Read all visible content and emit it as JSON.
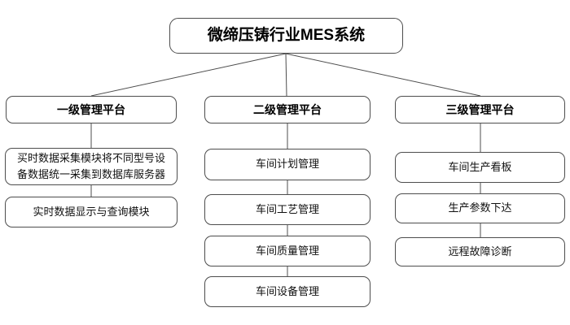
{
  "diagram": {
    "title": "微缔压铸行业MES系统",
    "columns": [
      {
        "header": "一级管理平台",
        "items": [
          "买时数据采集模块将不同型号设备数据统一采集到数据库服务器",
          "实时数据显示与查询模块"
        ]
      },
      {
        "header": "二级管理平台",
        "items": [
          "车间计划管理",
          "车间工艺管理",
          "车间质量管理",
          "车间设备管理"
        ]
      },
      {
        "header": "三级管理平台",
        "items": [
          "车间生产看板",
          "生产参数下达",
          "远程故障诊断"
        ]
      }
    ],
    "colors": {
      "line": "#4d4d4d",
      "border": "#4d4d4d",
      "background": "#ffffff",
      "text": "#000000"
    }
  }
}
